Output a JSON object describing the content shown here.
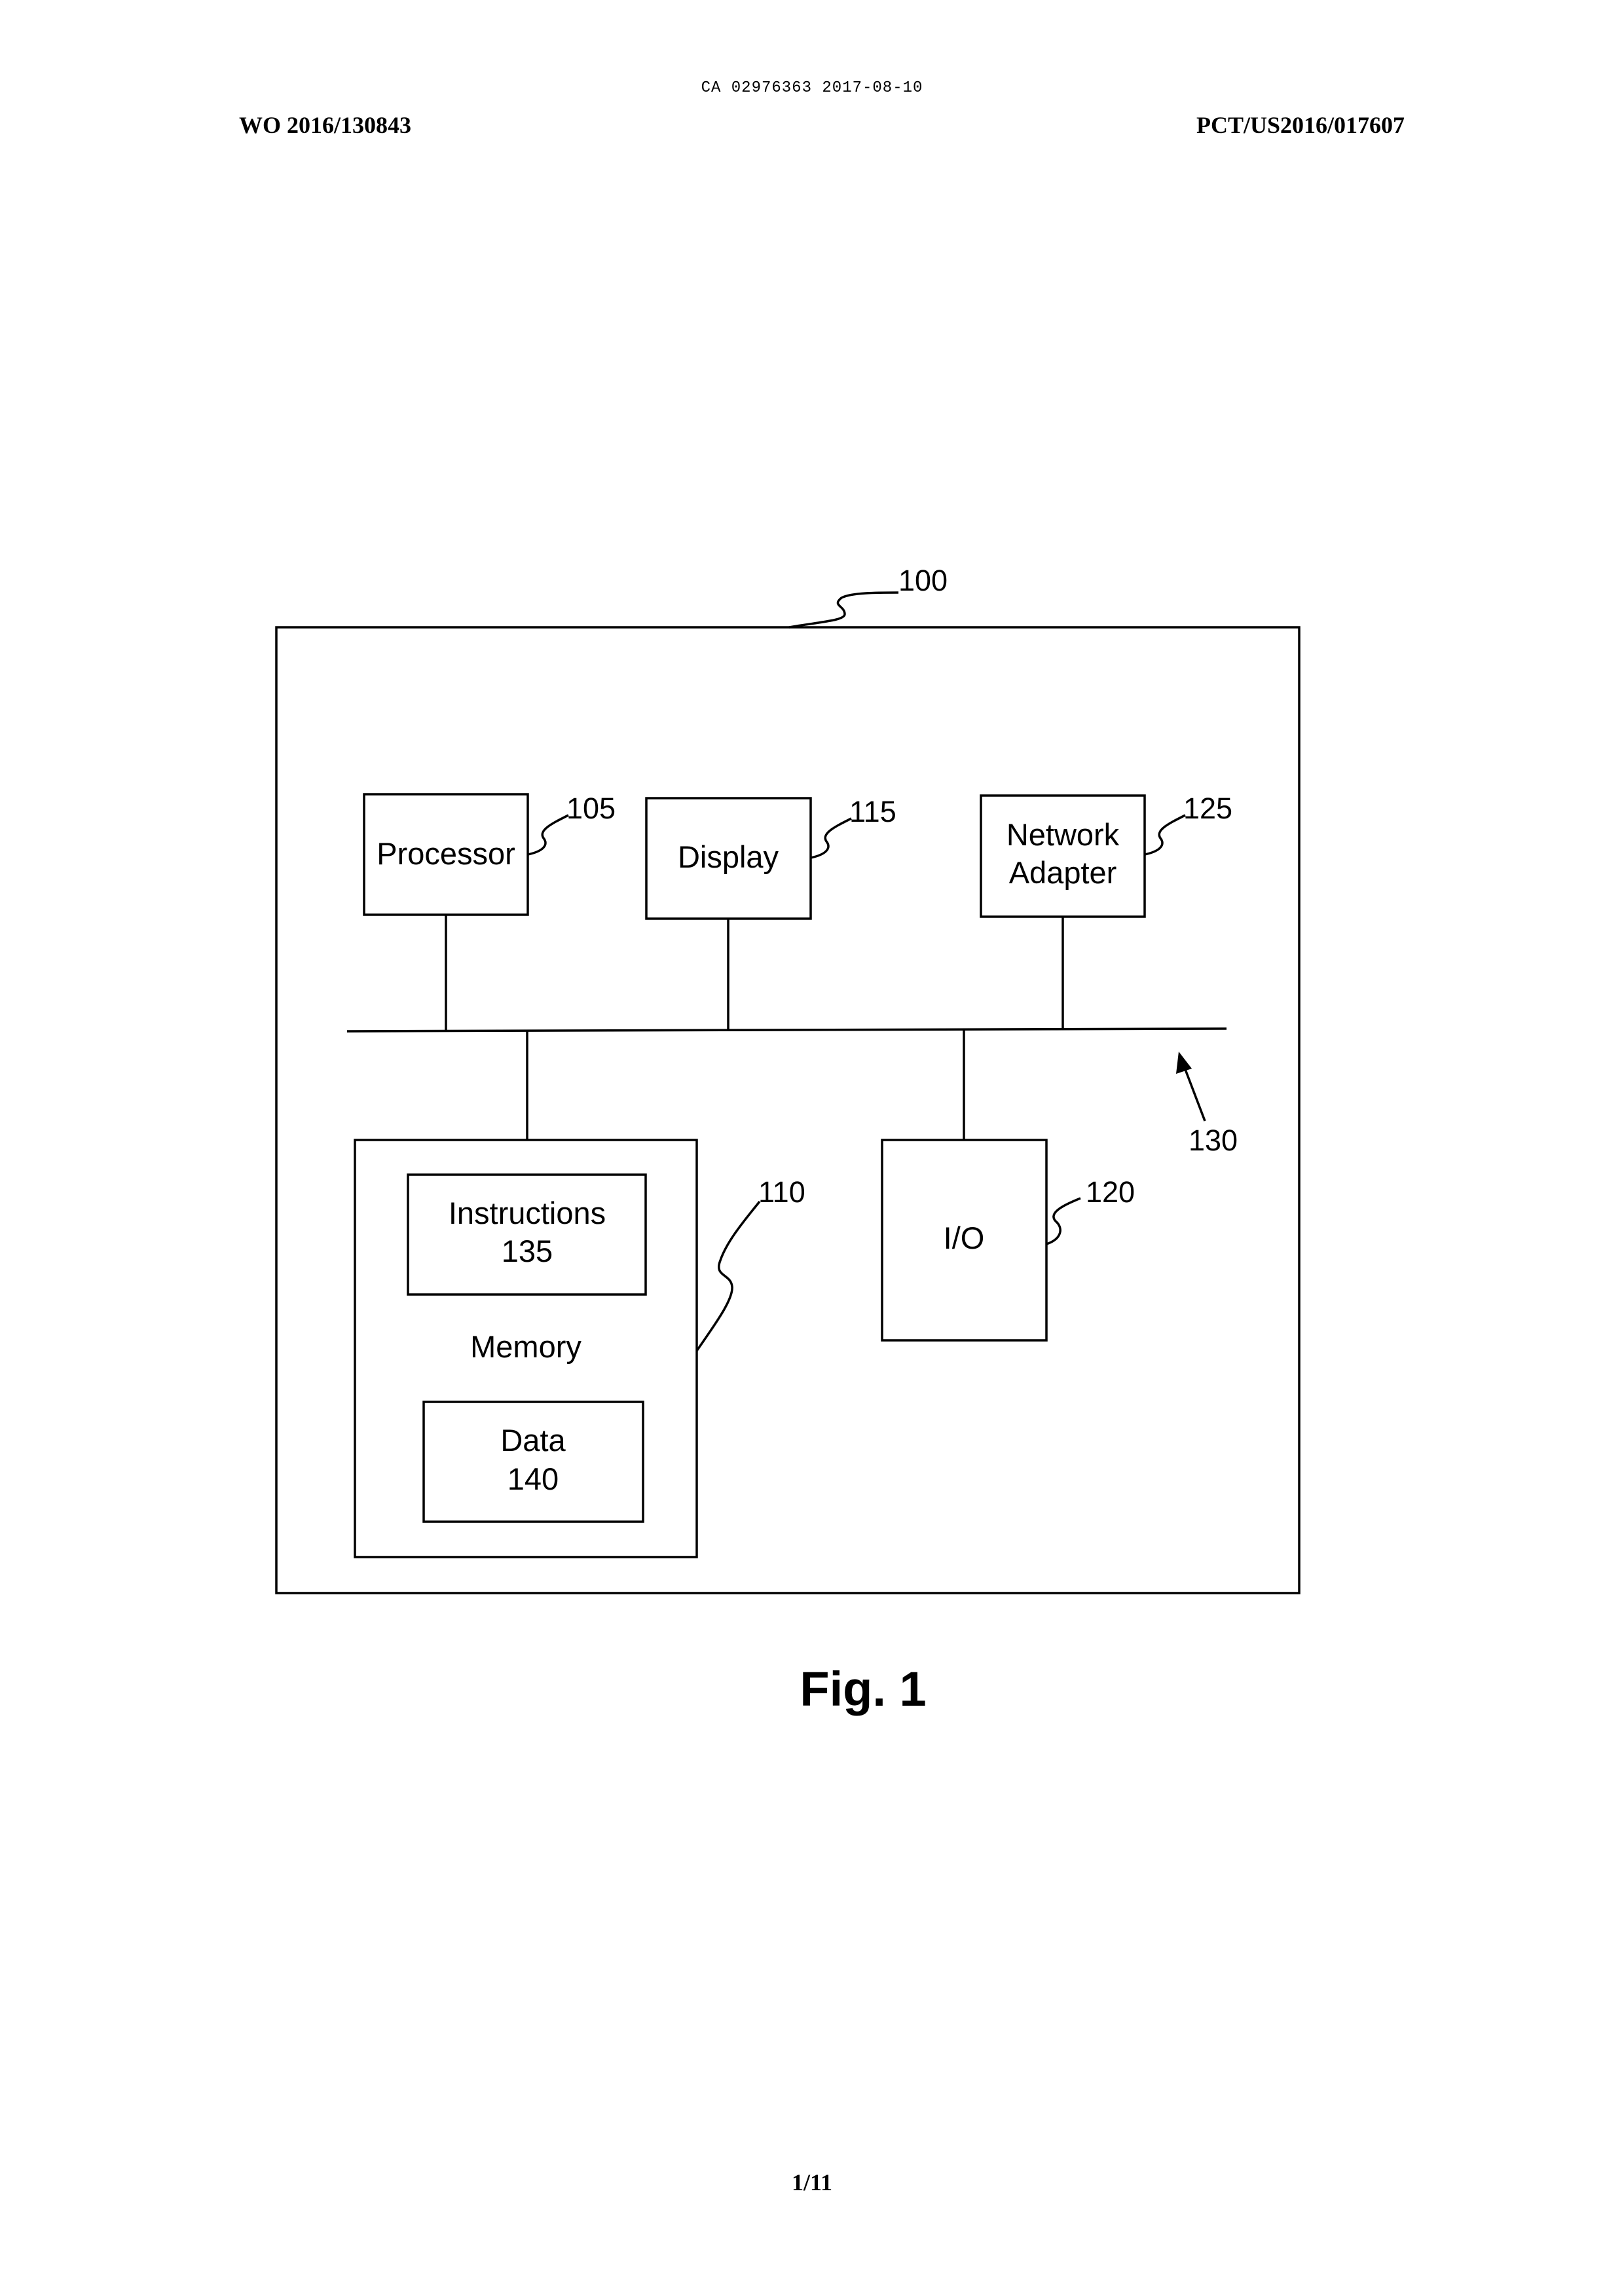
{
  "header": {
    "ca_stamp": "CA 02976363 2017-08-10",
    "publication_number": "WO 2016/130843",
    "application_number": "PCT/US2016/017607"
  },
  "figure": {
    "caption": "Fig. 1",
    "system": {
      "ref": "100"
    },
    "processor": {
      "label": "Processor",
      "ref": "105"
    },
    "display": {
      "label": "Display",
      "ref": "115"
    },
    "network_adapter": {
      "label_line1": "Network",
      "label_line2": "Adapter",
      "ref": "125"
    },
    "bus": {
      "ref": "130"
    },
    "memory": {
      "label": "Memory",
      "ref": "110"
    },
    "instructions": {
      "label": "Instructions",
      "ref": "135"
    },
    "data": {
      "label": "Data",
      "ref": "140"
    },
    "io": {
      "label": "I/O",
      "ref": "120"
    }
  },
  "footer": {
    "page": "1/11"
  }
}
